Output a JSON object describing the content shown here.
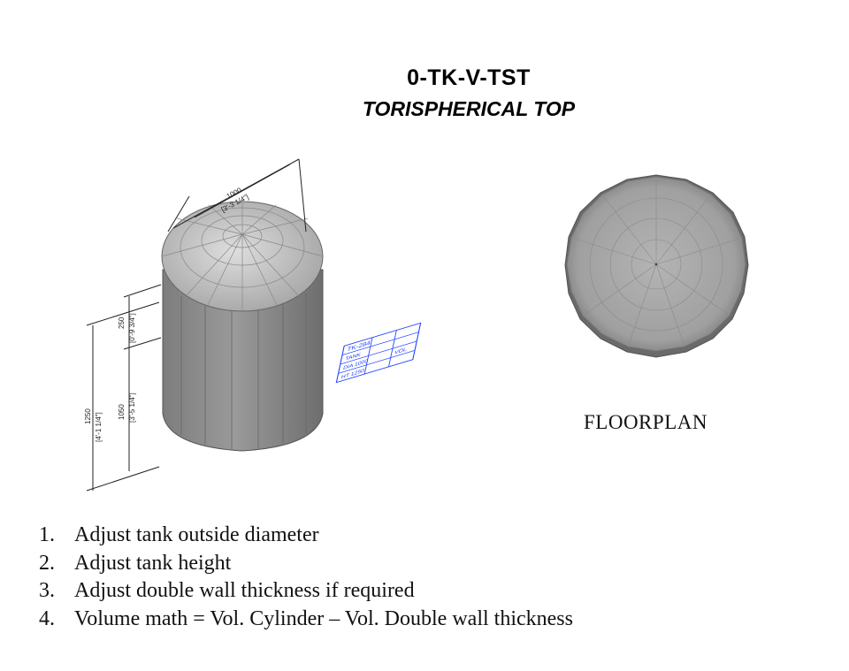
{
  "title": "0-TK-V-TST",
  "subtitle": "TORISPHERICAL TOP",
  "dimensions": {
    "diameter": "1000",
    "diameter_imperial": "[3'-3 1/4\"]",
    "head_height": "250",
    "head_height_imperial": "[0'-9 3/4\"]",
    "total_height": "1250",
    "total_height_imperial": "[4'-1 1/4\"]",
    "shell_height": "1050",
    "shell_height_imperial": "[3'-5 1/4\"]"
  },
  "tag_block": {
    "tag": "TK-284",
    "rows": [
      "TANK",
      "DIA 1000",
      "HT 1250",
      "VOL"
    ]
  },
  "floorplan_label": "FLOORPLAN",
  "steps": [
    {
      "num": "1.",
      "text": "Adjust tank outside diameter"
    },
    {
      "num": "2.",
      "text": "Adjust tank height"
    },
    {
      "num": "3.",
      "text": "Adjust double wall thickness if required"
    },
    {
      "num": "4.",
      "text": "Volume math = Vol. Cylinder – Vol. Double wall thickness"
    }
  ],
  "colors": {
    "tank_body": "#8a8a8a",
    "tank_top": "#c8c8c8",
    "tag_block": "#1a3cff"
  }
}
